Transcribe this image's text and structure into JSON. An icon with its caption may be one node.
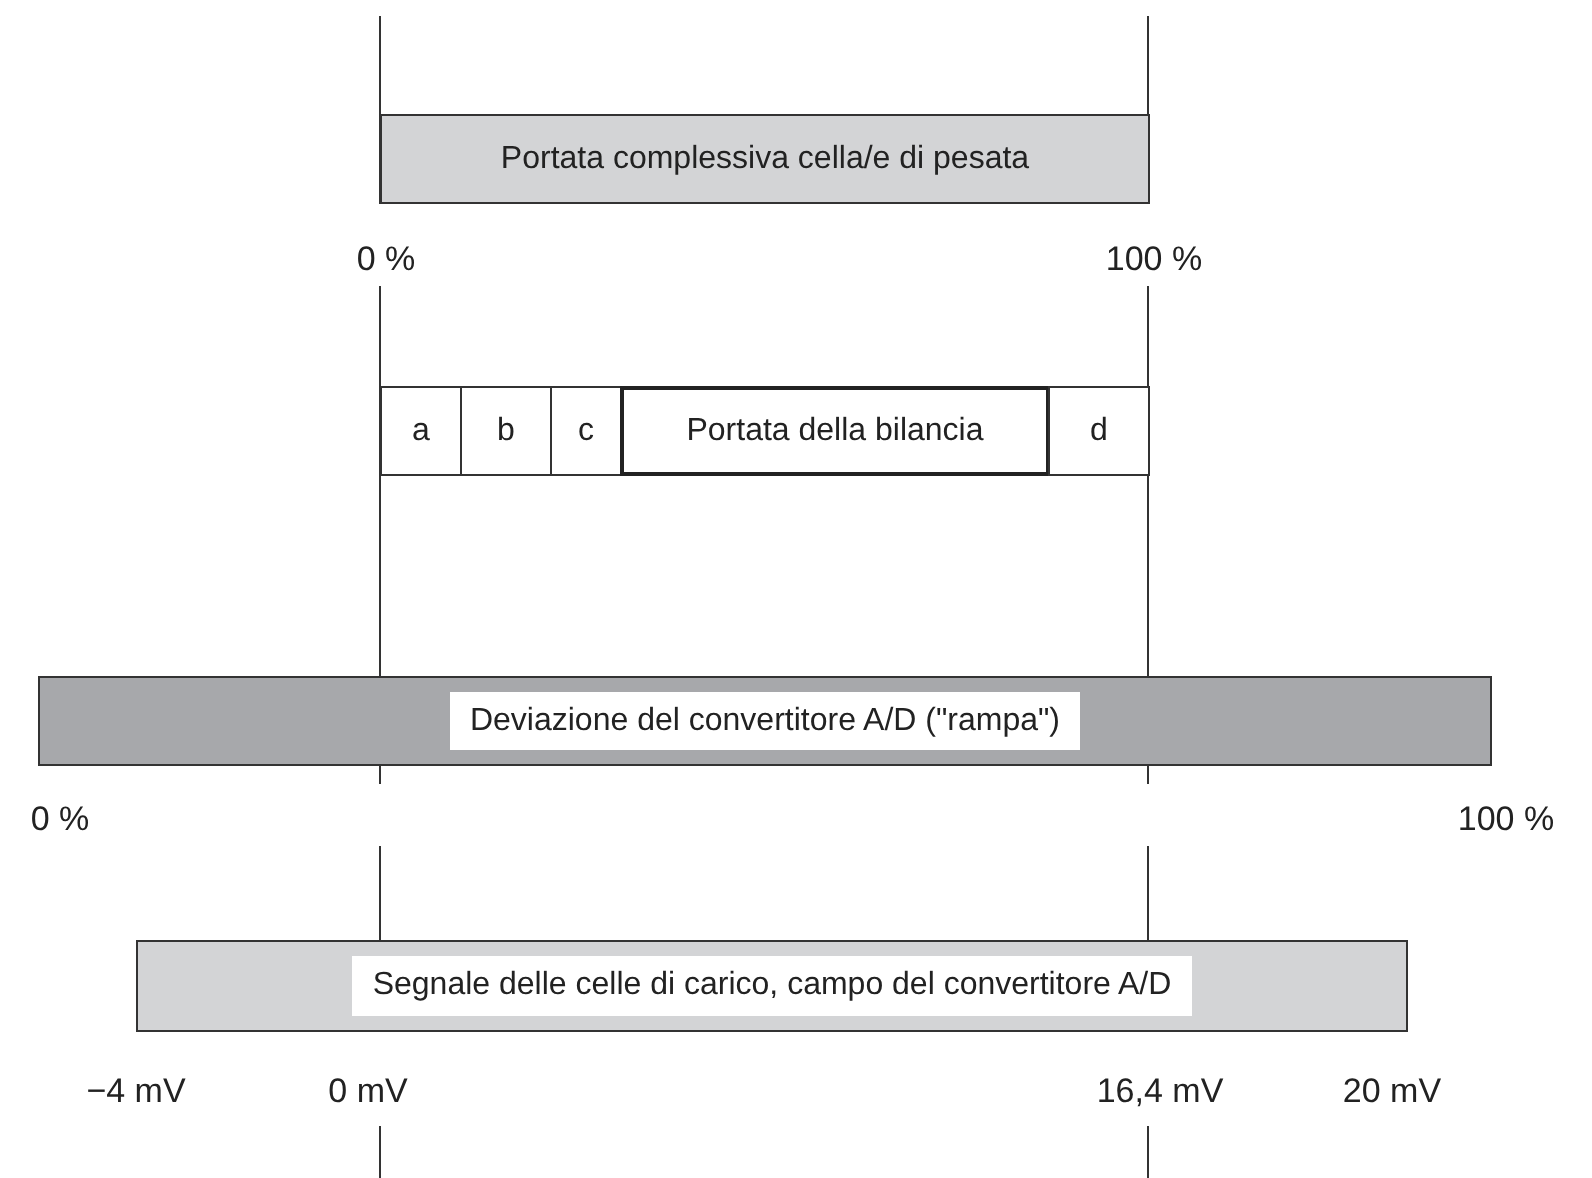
{
  "diagram": {
    "nodes": [
      {
        "text": [
          "Portata complessiva cella/e di pesata"
        ]
      },
      {
        "text": [
          "a"
        ]
      },
      {
        "text": [
          "b"
        ]
      },
      {
        "text": [
          "c"
        ]
      },
      {
        "text": [
          "Portata della bilancia"
        ]
      },
      {
        "text": [
          "d"
        ]
      },
      {
        "text": [
          "Deviazione del convertitore A/D (\"rampa\")"
        ]
      },
      {
        "text": [
          "Segnale delle celle di carico, campo del convertitore A/D"
        ]
      }
    ],
    "labels": [
      "0 %",
      "100 %",
      "0 %",
      "100 %",
      "−4 mV",
      "0 mV",
      "16,4 mV",
      "20 mV"
    ]
  }
}
